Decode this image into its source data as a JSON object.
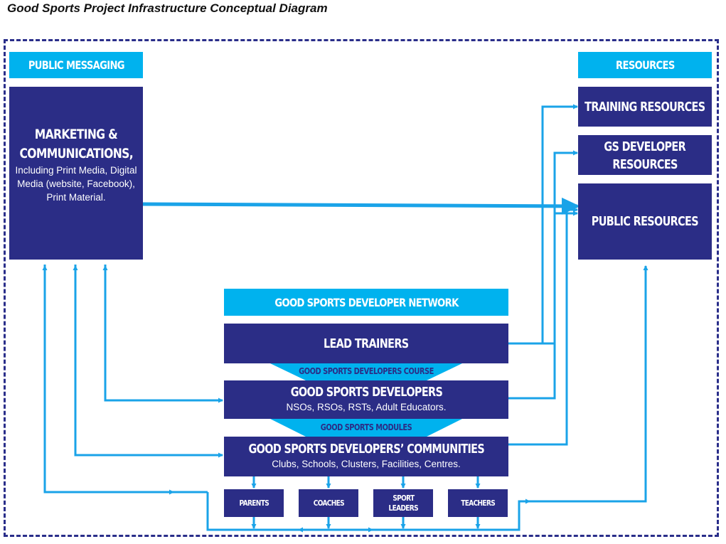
{
  "title": "Good Sports Project Infrastructure Conceptual Diagram",
  "public_messaging": {
    "header": "PUBLIC MESSAGING",
    "box_title_1": "MARKETING &",
    "box_title_2": "COMMUNICATIONS,",
    "box_body": "Including Print Media, Digital Media (website, Facebook), Print Material."
  },
  "resources": {
    "header": "RESOURCES",
    "training": "TRAINING RESOURCES",
    "gs_developer_1": "GS DEVELOPER",
    "gs_developer_2": "RESOURCES",
    "public": "PUBLIC RESOURCES"
  },
  "network": {
    "header": "GOOD SPORTS DEVELOPER NETWORK",
    "lead_trainers": "LEAD TRAINERS",
    "course": "GOOD SPORTS DEVELOPERS COURSE",
    "developers": "GOOD SPORTS DEVELOPERS",
    "developers_sub": "NSOs, RSOs, RSTs, Adult Educators.",
    "modules": "GOOD SPORTS MODULES",
    "communities": "GOOD SPORTS DEVELOPERS’ COMMUNITIES",
    "communities_sub": "Clubs, Schools, Clusters, Facilities, Centres."
  },
  "stakeholders": {
    "parents": "PARENTS",
    "coaches": "COACHES",
    "sport_leaders_1": "SPORT",
    "sport_leaders_2": "LEADERS",
    "teachers": "TEACHERS"
  },
  "colors": {
    "dark_blue": "#2b2d86",
    "light_blue": "#00b2ee",
    "arrow_blue": "#1aa3e8",
    "frame": "#2a2e8a"
  }
}
